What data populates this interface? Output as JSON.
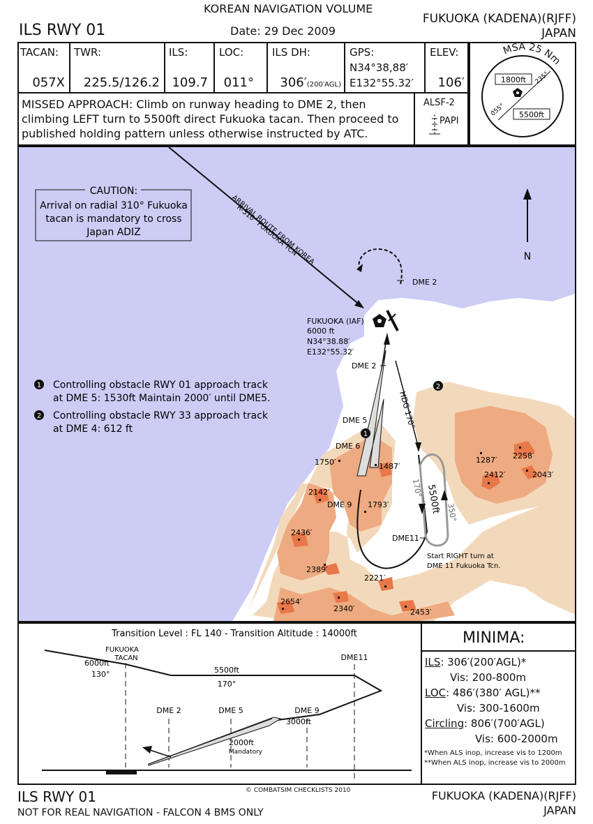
{
  "header": {
    "volume": "KOREAN NAVIGATION VOLUME",
    "procedure": "ILS RWY 01",
    "date": "Date: 29 Dec 2009",
    "airport": "FUKUOKA (KADENA)(RJFF)",
    "country": "JAPAN"
  },
  "freq": {
    "tacan_label": "TACAN:",
    "tacan_value": "057X",
    "twr_label": "TWR:",
    "twr_value": "225.5/126.2",
    "ils_label": "ILS:",
    "ils_value": "109.7",
    "loc_label": "LOC:",
    "loc_value": "011°",
    "dh_label": "ILS DH:",
    "dh_value": "306′",
    "dh_agl": "(200′AGL)",
    "gps_label": "GPS:",
    "gps_lat": "N34°38,88′",
    "gps_lon": "E132°55.32′",
    "elev_label": "ELEV:",
    "elev_value": "106′"
  },
  "msa": {
    "title": "MSA 25 Nm",
    "alt_north": "1800ft",
    "alt_south": "5500ft",
    "bearing_1": "235°",
    "bearing_2": "055°"
  },
  "missed_approach": {
    "line1": "MISSED APPROACH: Climb on runway heading to DME 2, then",
    "line2": "climbing LEFT turn to 5500ft direct Fukuoka tacan. Then proceed to",
    "line3": "published holding pattern unless otherwise instructed by ATC."
  },
  "lighting": {
    "alsf": "ALSF-2",
    "papi": "PAPI"
  },
  "plan": {
    "caution_title": "CAUTION:",
    "caution_line1": "Arrival on radial 310° Fukuoka",
    "caution_line2": "tacan is mandatory to cross",
    "caution_line3": "Japan ADIZ",
    "arrival_line1": "ARRIVAL ROUTE FROM KOREA",
    "arrival_line2": "R-310° FUKUOKA TCN",
    "north": "N",
    "iaf_line1": "FUKUOKA (IAF)",
    "iaf_line2": "6000 ft",
    "iaf_line3": "N34°38.88′",
    "iaf_line4": "E132°55.32′",
    "dme2_top": "DME 2",
    "dme2": "DME 2",
    "dme5": "DME 5",
    "dme6": "DME 6",
    "dme9": "DME 9",
    "dme11": "DME11",
    "hdg": "HDG 170°",
    "hold_170": "170°",
    "hold_350": "350°",
    "hold_alt": "5500ft",
    "turn_line1": "Start RIGHT turn at",
    "turn_line2": "DME 11 Fukuoka Tcn.",
    "note1_line1": "Controlling obstacle RWY 01 approach track",
    "note1_line2": "at DME 5: 1530ft Maintain 2000′ until DME5.",
    "note2_line1": "Controlling obstacle RWY 33 approach track",
    "note2_line2": "at DME 4: 612 ft",
    "marker1": "1",
    "marker2": "2",
    "elevations": [
      "1750′",
      "1487′",
      "2142′",
      "1793′",
      "2436′",
      "2389′",
      "2221′",
      "2654′",
      "2340′",
      "2453′",
      "1287′",
      "2258′",
      "2412′",
      "2043′"
    ]
  },
  "profile": {
    "transition": "Transition Level : FL 140  -  Transition Altitude : 14000ft",
    "fukuoka": "FUKUOKA",
    "tacan": "TACAN",
    "alt_6000": "6000ft",
    "crs_130": "130°",
    "alt_5500": "5500ft",
    "crs_170": "170°",
    "dme11": "DME11",
    "dme2": "DME 2",
    "dme5": "DME 5",
    "dme9": "DME 9",
    "alt_3000": "3000ft",
    "alt_2000": "2000ft",
    "mandatory": "Mandatory"
  },
  "minima": {
    "title": "MINIMA:",
    "ils_label": "ILS",
    "ils_value": ": 306′(200′AGL)*",
    "ils_vis": "Vis: 200-800m",
    "loc_label": "LOC",
    "loc_value": ": 486′(380′ AGL)**",
    "loc_vis": "Vis: 300-1600m",
    "circ_label": "Circling",
    "circ_value": ": 806′(700′AGL)",
    "circ_vis": "Vis: 600-2000m",
    "note1": "*When ALS inop, increase vis to 1200m",
    "note2": "**When ALS inop, increase vis to 2000m"
  },
  "footer": {
    "procedure": "ILS RWY 01",
    "copyright": "© COMBATSIM CHECKLISTS 2010",
    "disclaimer": "NOT FOR REAL NAVIGATION - FALCON 4 BMS ONLY",
    "airport": "FUKUOKA (KADENA)(RJFF)",
    "country": "JAPAN"
  },
  "colors": {
    "sea": "#ccccf5",
    "terrain_low": "#f3d9bc",
    "terrain_mid": "#eeaa80",
    "terrain_high": "#e8784a",
    "hold": "#999999"
  }
}
